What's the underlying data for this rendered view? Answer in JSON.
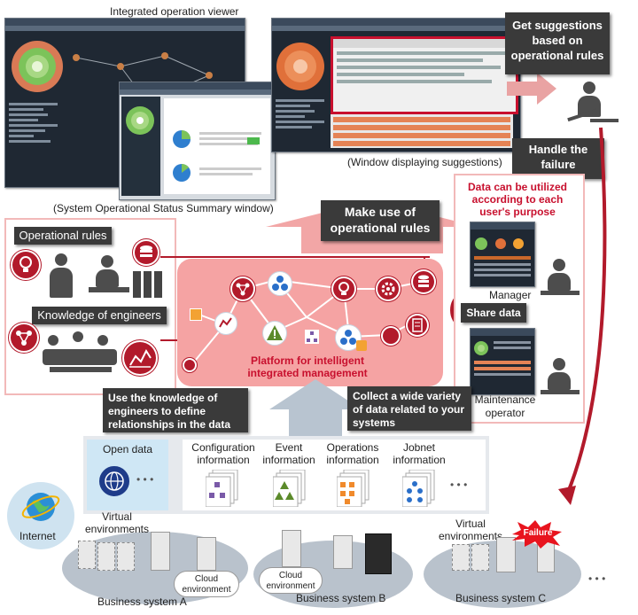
{
  "captions": {
    "viewer": "Integrated operation viewer",
    "summary_window": "(System Operational Status Summary window)",
    "suggestion_window": "(Window displaying suggestions)"
  },
  "callouts": {
    "get_suggestions": "Get suggestions based on operational rules",
    "handle_failure": "Handle the failure",
    "make_use": "Make use of operational rules",
    "use_knowledge": "Use the knowledge of engineers to define relationships in the data",
    "collect_data": "Collect a wide variety of data related to your systems",
    "share_data": "Share data"
  },
  "labels": {
    "operational_rules": "Operational rules",
    "knowledge_of_engineers": "Knowledge of engineers",
    "platform": "Platform for intelligent integrated management",
    "data_utilized": "Data can be utilized according to each user's purpose",
    "manager": "Manager",
    "maintenance_operator": "Maintenance operator"
  },
  "data_sources": {
    "open_data": "Open data",
    "configuration": "Configuration information",
    "event": "Event information",
    "operations": "Operations information",
    "jobnet": "Jobnet information",
    "ellipsis": "• • •"
  },
  "bottom": {
    "internet": "Internet",
    "virtual_envs_a": "Virtual environments",
    "virtual_envs_c": "Virtual environments",
    "cloud_1": "Cloud environment",
    "cloud_2": "Cloud environment",
    "system_a": "Business system A",
    "system_b": "Business system B",
    "system_c": "Business system C",
    "failure": "Failure",
    "ellipsis": "• • •"
  },
  "colors": {
    "accent_red": "#b21a2b",
    "platform_pink": "#f5a3a3",
    "dark_box": "#3a3a3a",
    "screen_bg": "#1f2833"
  },
  "icons": [
    "lightbulb-icon",
    "database-icon",
    "network-icon",
    "nodes-icon",
    "gear-icon",
    "warning-icon",
    "chart-icon",
    "server-icon",
    "globe-icon",
    "person-icon",
    "failure-burst-icon"
  ]
}
